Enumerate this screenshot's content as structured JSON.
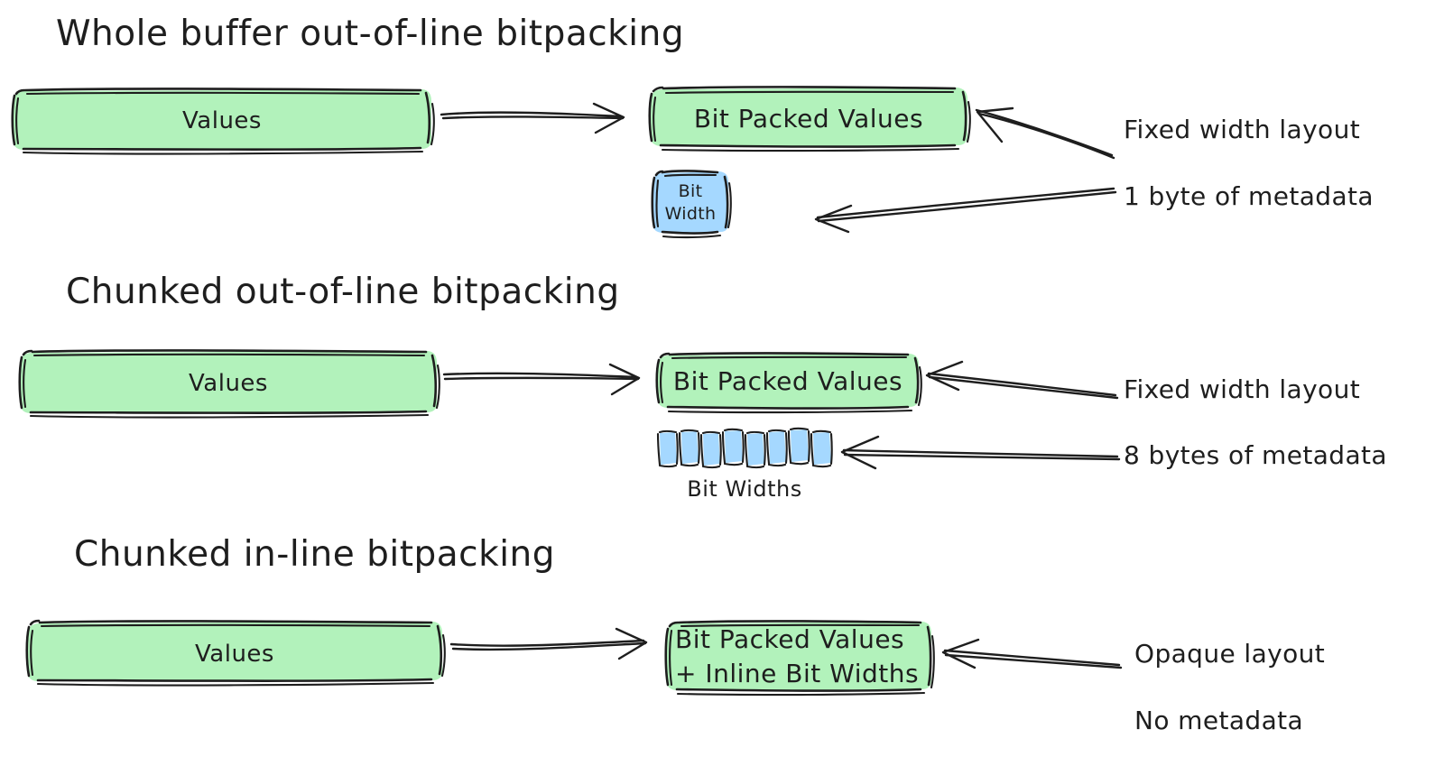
{
  "diagram": {
    "title_style": "hand-drawn sketch",
    "colors": {
      "green_fill": "#b2f2bb",
      "blue_fill": "#a5d8ff",
      "stroke": "#1e1e1e",
      "background": "#ffffff"
    }
  },
  "sections": [
    {
      "id": "whole-buffer",
      "title": "Whole buffer out-of-line bitpacking",
      "source_box": "Values",
      "target_box": "Bit Packed Values",
      "meta_box": "Bit\nWidth",
      "meta_box_line1": "Bit",
      "meta_box_line2": "Width",
      "annotation_1": "Fixed width layout",
      "annotation_2": "1 byte of metadata"
    },
    {
      "id": "chunked-out-of-line",
      "title": "Chunked out-of-line bitpacking",
      "source_box": "Values",
      "target_box": "Bit Packed Values",
      "meta_caption": "Bit Widths",
      "meta_chunk_count": 8,
      "annotation_1": "Fixed width layout",
      "annotation_2": "8 bytes of metadata"
    },
    {
      "id": "chunked-in-line",
      "title": "Chunked in-line bitpacking",
      "source_box": "Values",
      "target_box_line1": "Bit Packed Values",
      "target_box_line2": "+ Inline Bit Widths",
      "annotation_1": "Opaque layout",
      "annotation_2": "No metadata"
    }
  ]
}
